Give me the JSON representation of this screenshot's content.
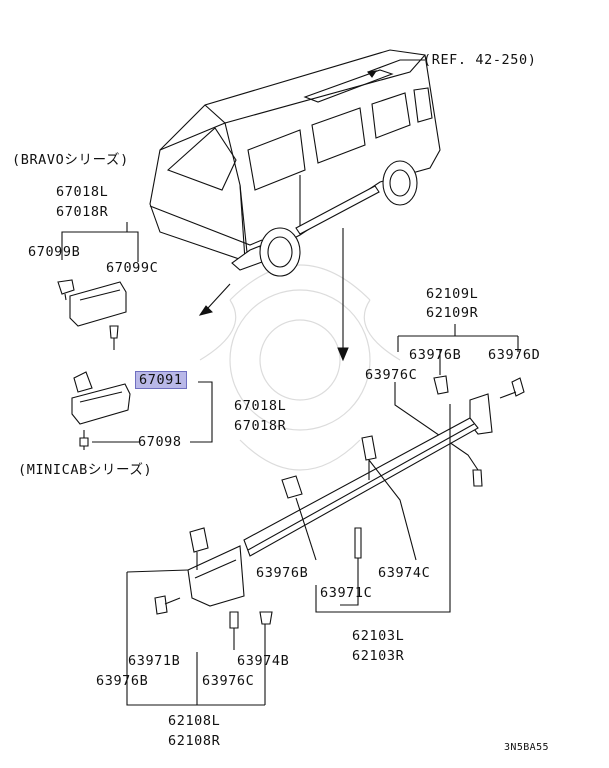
{
  "ref_label": "(REF. 42-250)",
  "groups": {
    "bravo": "(BRAVOシリーズ)",
    "minicab": "(MINICABシリーズ)"
  },
  "parts": {
    "p67018L_top": "67018L",
    "p67018R_top": "67018R",
    "p67099B": "67099B",
    "p67099C": "67099C",
    "p67091": "67091",
    "p67018L_mid": "67018L",
    "p67018R_mid": "67018R",
    "p67098": "67098",
    "p62109L": "62109L",
    "p62109R": "62109R",
    "p63976B_upper": "63976B",
    "p63976D": "63976D",
    "p63976C_upper": "63976C",
    "p63976B_mid": "63976B",
    "p63974C": "63974C",
    "p63971C": "63971C",
    "p62103L": "62103L",
    "p62103R": "62103R",
    "p63971B": "63971B",
    "p63974B": "63974B",
    "p63976B_low": "63976B",
    "p63976C_low": "63976C",
    "p62108L": "62108L",
    "p62108R": "62108R"
  },
  "diagram_code": "3N5BA55",
  "highlight_color": "#b9b8e8"
}
